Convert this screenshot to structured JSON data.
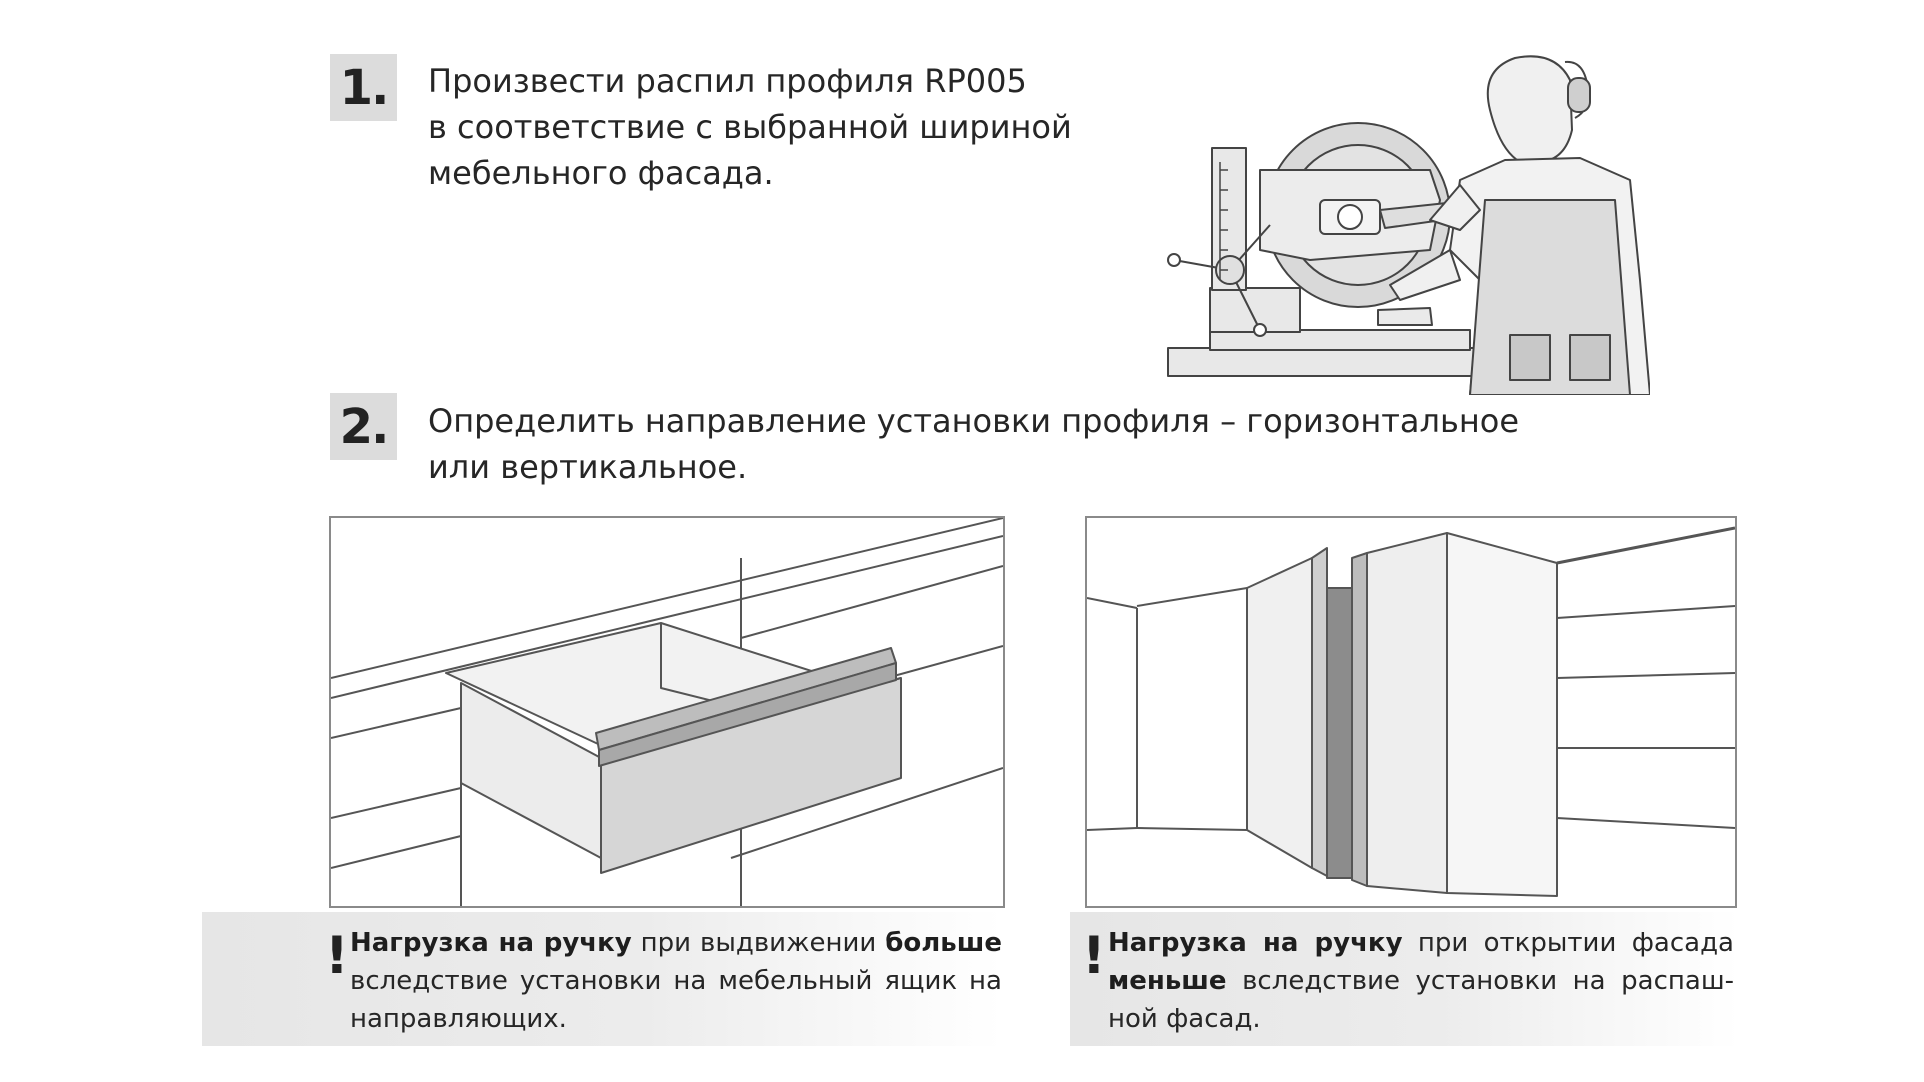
{
  "step1": {
    "number": "1.",
    "lines": [
      "Произвести распил профиля RP005",
      "в соответствие с выбранной шириной",
      "мебельного фасада."
    ]
  },
  "step2": {
    "number": "2.",
    "lines": [
      "Определить направление установки профиля – горизонтальное",
      "или вертикальное."
    ]
  },
  "note_left": {
    "mark": "!",
    "bold1": "Нагрузка на ручку",
    "text1": " при выдвижении ",
    "bold2": "больше",
    "text2": " вследствие установки на мебельный ящик на направляющих."
  },
  "note_right": {
    "mark": "!",
    "bold1": "Нагрузка на ручку",
    "text1": " при открытии фасада ",
    "bold2": "меньше",
    "text2": " вследствие установки на распаш- ной фасад."
  },
  "icons": [
    "worker-with-miter-saw-illustration",
    "drawer-with-horizontal-handle-illustration",
    "wardrobe-with-vertical-handle-illustration"
  ],
  "colors": {
    "number_box": "#dcdcdc",
    "text": "#262626",
    "frame_border": "#8a8a8a",
    "note_bg": "#e6e6e6"
  }
}
